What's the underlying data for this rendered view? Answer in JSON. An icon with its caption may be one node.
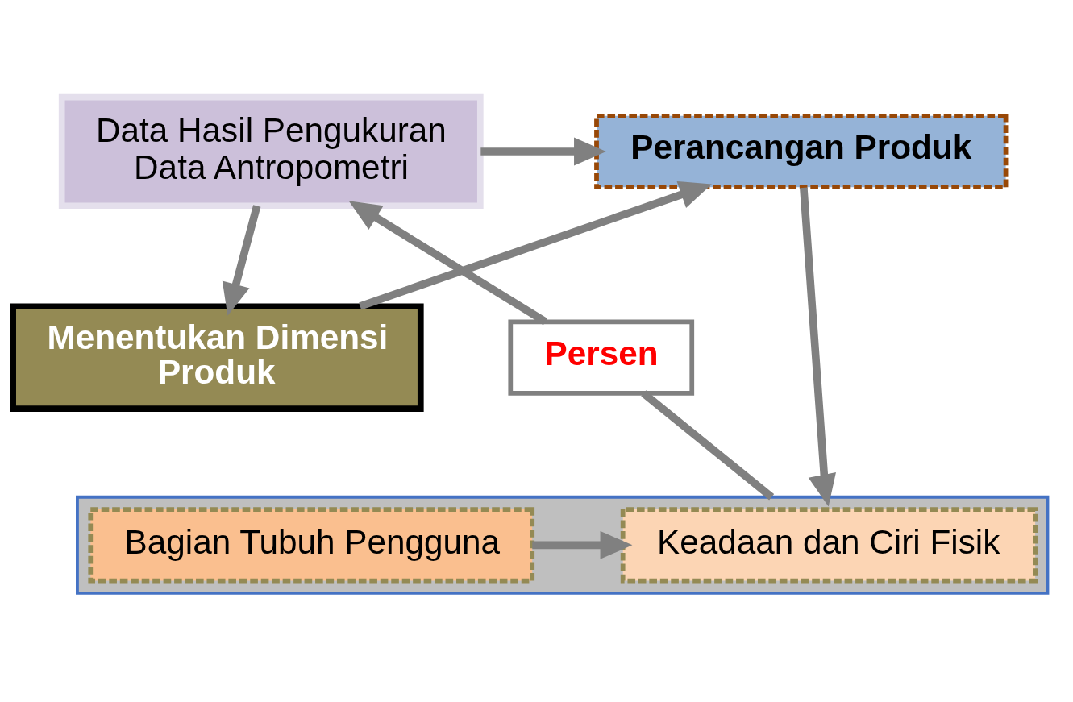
{
  "diagram": {
    "nodes": [
      {
        "text": [
          "Data Hasil Pengukuran Data Antropometri"
        ]
      },
      {
        "text": [
          "Perancangan Produk"
        ]
      },
      {
        "text": [
          "Persen"
        ]
      },
      {
        "text": [
          "Menentukan Dimensi Produk"
        ]
      },
      {
        "text": [],
        "shape": "box"
      },
      {
        "text": [
          "Keadaan dan Ciri Fisik"
        ],
        "in": 4
      },
      {
        "text": [
          "Bagian Tubuh Pengguna"
        ],
        "in": 4
      }
    ],
    "edges": [
      {
        "from": 0,
        "to": 1,
        "arrow": "to"
      },
      {
        "from": 0,
        "to": 3,
        "arrow": "to"
      },
      {
        "from": 3,
        "to": 1,
        "arrow": "to"
      },
      {
        "from": 1,
        "to": 4,
        "arrow": "to"
      },
      {
        "from": 4,
        "to": 2,
        "arrow": "none"
      },
      {
        "from": 2,
        "to": 0,
        "arrow": "to"
      },
      {
        "from": 6,
        "to": 5,
        "arrow": "to"
      }
    ]
  }
}
